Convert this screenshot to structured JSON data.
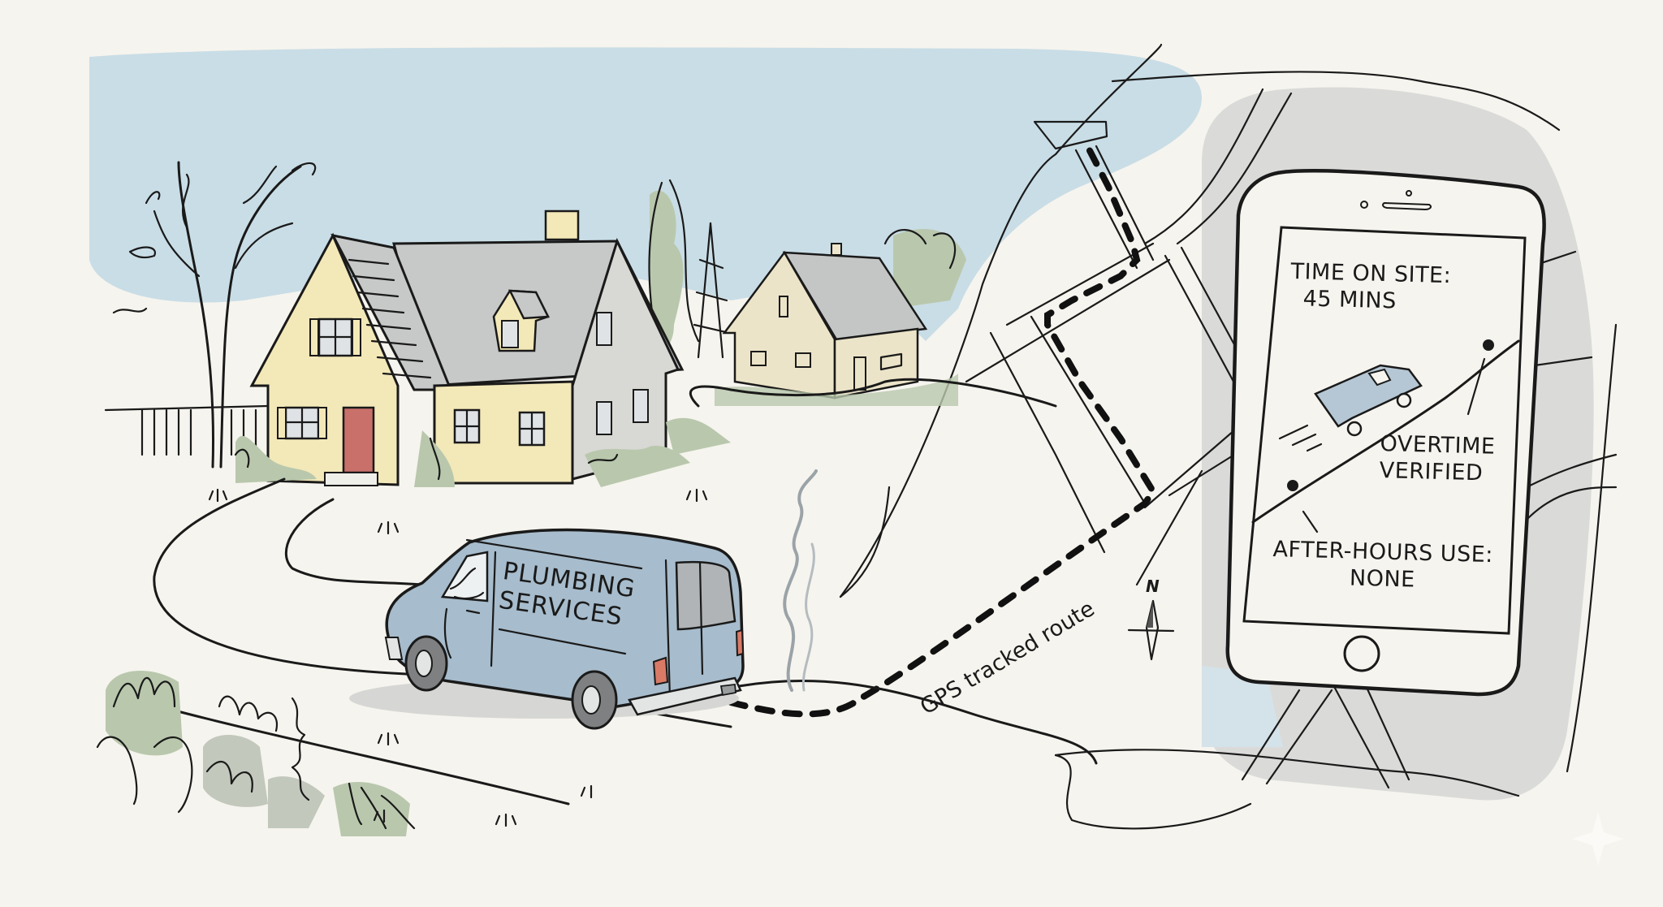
{
  "scene": {
    "title": "Plumbing van GPS tracking illustration",
    "colors": {
      "paper": "#f6f4ee",
      "sky": "#c9dde6",
      "house_wall": "#f3e8b8",
      "roof": "#c7c8c8",
      "door": "#c9706a",
      "van_body": "#a7bccc",
      "tires": "#7f8081",
      "foliage": "#b9c8ad",
      "map_gray": "#dadbd9",
      "ink": "#1a1a1a",
      "taillight": "#d97a66"
    }
  },
  "van": {
    "line1": "PLUMBING",
    "line2": "SERVICES"
  },
  "route": {
    "label": "GPS tracked route"
  },
  "compass": {
    "north_label": "N"
  },
  "phone": {
    "time_on_site_label": "TIME ON SITE:",
    "time_on_site_value": "45 MINS",
    "overtime_line1": "OVERTIME",
    "overtime_line2": "VERIFIED",
    "after_hours_label": "AFTER-HOURS USE:",
    "after_hours_value": "NONE"
  }
}
